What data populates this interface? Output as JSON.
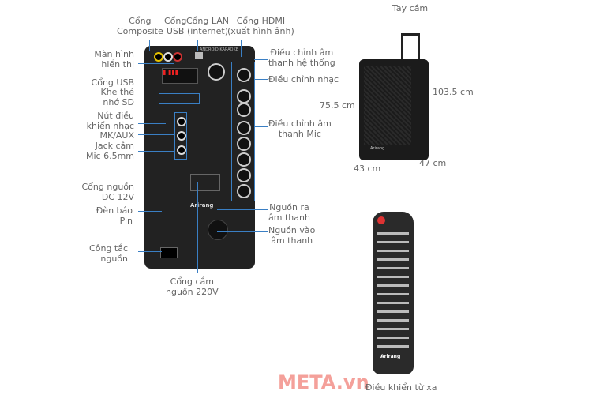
{
  "labels": {
    "composite": "Cổng\nComposite",
    "usb_top": "Cổng\nUSB",
    "lan": "Cổng LAN\n(internet)",
    "hdmi": "Cổng HDMI\n(xuất hình ảnh)",
    "display": "Màn hình\nhiển thị",
    "usb": "Cổng USB",
    "sd": "Khe thẻ\nnhớ SD",
    "music_buttons": "Nút điều\nkhiển nhạc",
    "mk_aux": "MK/AUX",
    "mic_jack": "Jack cắm\nMic 6.5mm",
    "dc12": "Cổng nguồn\nDC 12V",
    "battery": "Đèn báo\nPin",
    "power_switch": "Công tắc\nnguồn",
    "ac220": "Cổng cắm\nnguồn 220V",
    "system_volume": "Điều chỉnh âm\nthanh hệ thống",
    "music_adjust": "Điều chỉnh nhạc",
    "mic_adjust": "Điều chỉnh âm\nthanh Mic",
    "audio_out": "Nguồn ra\nâm thanh",
    "audio_in": "Nguồn vào\nâm thanh",
    "handle": "Tay cầm",
    "height_body": "75.5 cm",
    "height_total": "103.5 cm",
    "width": "43 cm",
    "depth": "47 cm",
    "remote": "Điều khiển từ xa"
  },
  "panel": {
    "title": "ANDROID KARAOKE",
    "brand": "Arirang"
  },
  "watermark": "META.vn",
  "colors": {
    "callout": "#3a7fc4",
    "watermark": "#f4a09a"
  }
}
